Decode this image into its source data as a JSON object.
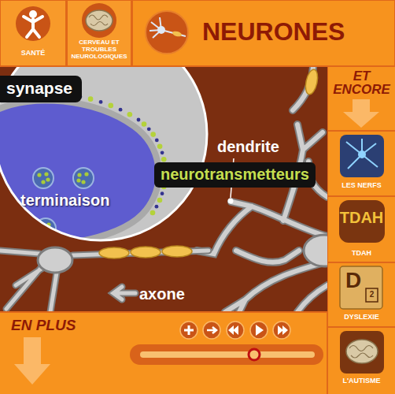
{
  "diagram": {
    "title": "NEURONES",
    "nodes": [
      {
        "text": [
          "SANTÉ"
        ]
      },
      {
        "text": [
          "CERVEAU ET TROUBLES NEUROLOGIQUES"
        ]
      },
      {
        "text": [
          "synapse"
        ]
      },
      {
        "text": [
          "neurotransmetteurs"
        ]
      },
      {
        "text": [
          "LES NERFS"
        ]
      },
      {
        "text": [
          "TDAH",
          "TDAH"
        ]
      },
      {
        "text": [
          "D",
          "2",
          "DYSLEXIE"
        ]
      },
      {
        "text": [
          "L'AUTISME"
        ]
      }
    ],
    "labels": [
      "ET ENCORE",
      "dendrite",
      "terminaison",
      "axone",
      "EN PLUS"
    ]
  }
}
